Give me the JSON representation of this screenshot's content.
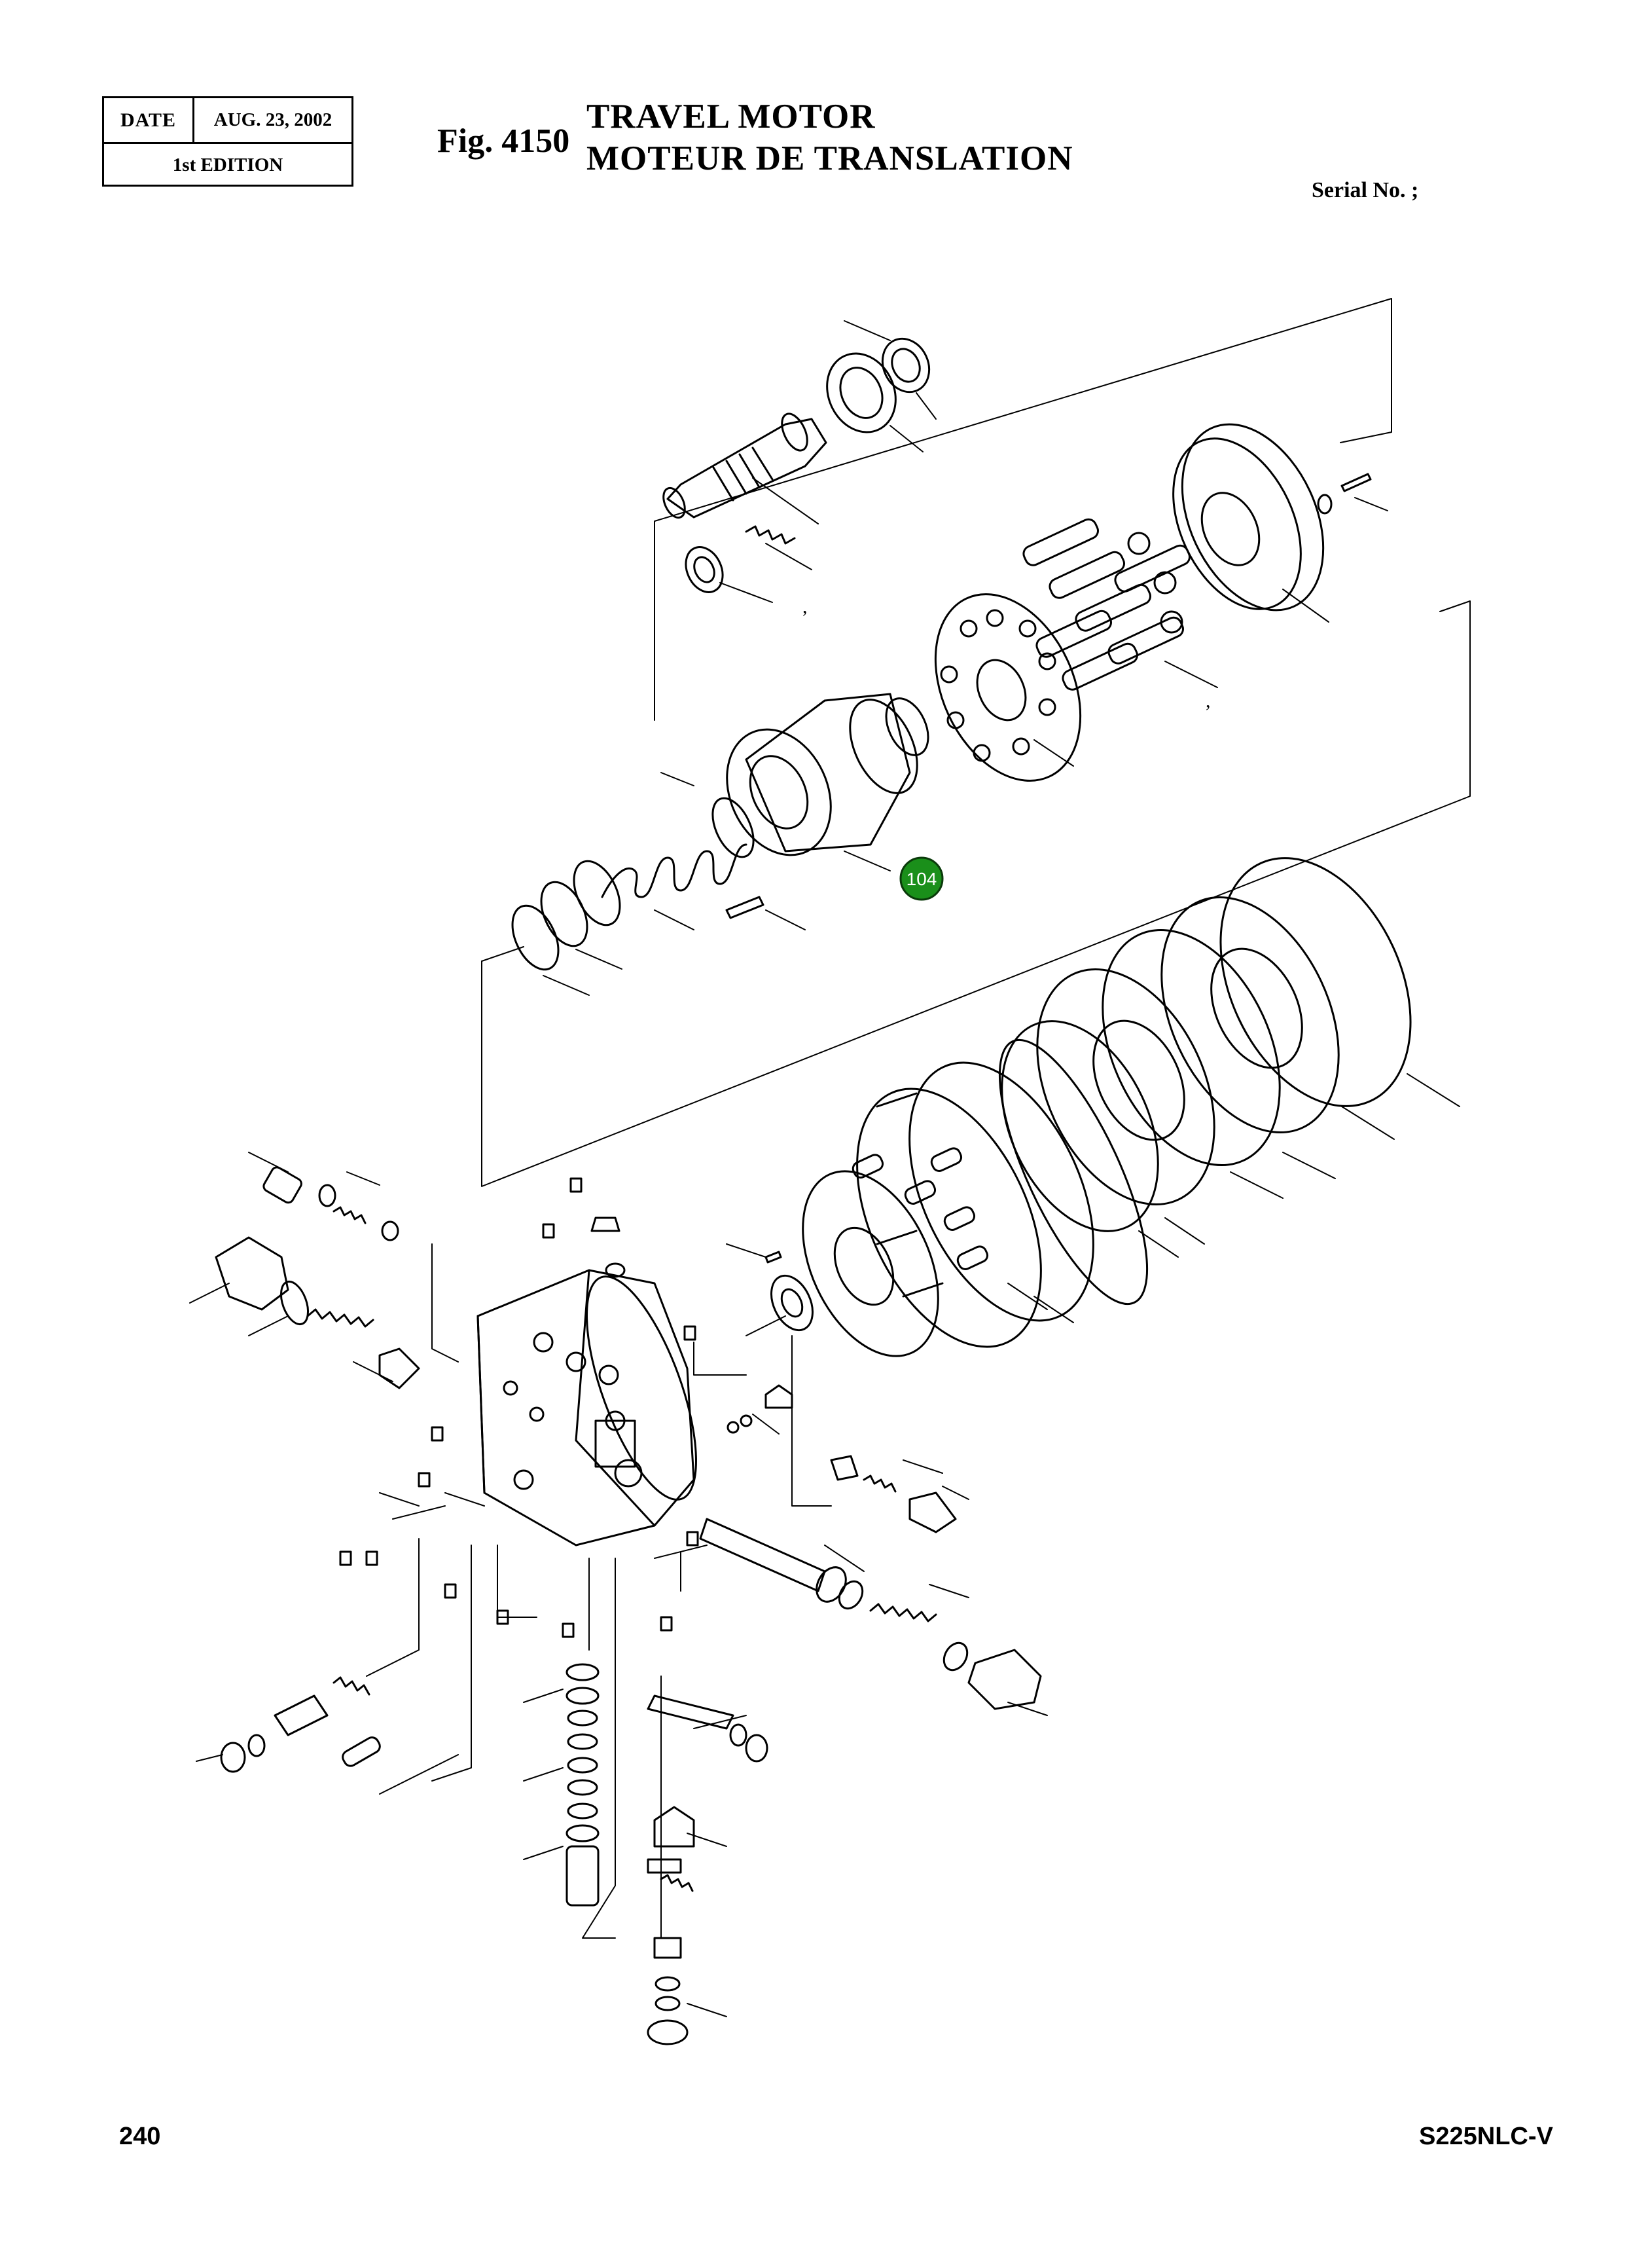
{
  "header": {
    "date_label": "DATE",
    "date_value": "AUG. 23, 2002",
    "edition": "1st EDITION",
    "fig_number": "Fig. 4150",
    "title_en": "TRAVEL MOTOR",
    "title_fr": "MOTEUR DE TRANSLATION",
    "serial_label": "Serial No. ;"
  },
  "diagram": {
    "callout_badge": {
      "label": "104",
      "color": "#1a8f1a"
    },
    "stray_marks": [
      ",",
      ","
    ]
  },
  "footer": {
    "page_number": "240",
    "model": "S225NLC-V"
  }
}
